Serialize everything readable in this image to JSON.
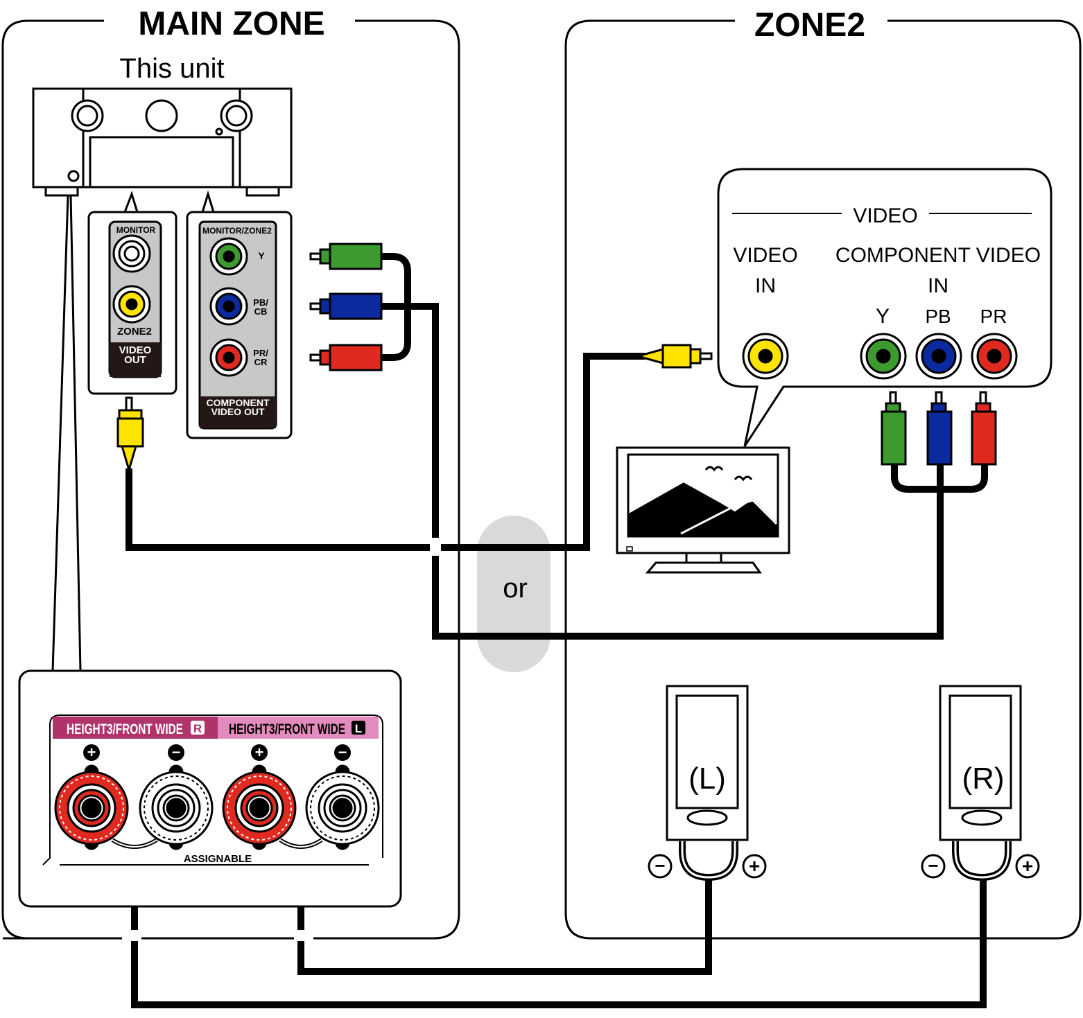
{
  "zones": {
    "main": {
      "title": "MAIN ZONE",
      "unit_label": "This unit"
    },
    "zone2": {
      "title": "ZONE2"
    }
  },
  "receiver_panels": {
    "monitor_panel": {
      "header": "MONITOR",
      "jack_label": "ZONE2",
      "footer_line1": "VIDEO",
      "footer_line2": "OUT"
    },
    "component_panel": {
      "header": "MONITOR/ZONE2",
      "jacks": {
        "y": "Y",
        "pb": "PB/",
        "cb": "CB",
        "pr": "PR/",
        "cr": "CR"
      },
      "footer_line1": "COMPONENT",
      "footer_line2": "VIDEO OUT"
    }
  },
  "separator": "or",
  "tv_inputs": {
    "group_title": "VIDEO",
    "video_in_line1": "VIDEO",
    "video_in_line2": "IN",
    "component_line1": "COMPONENT VIDEO",
    "component_line2": "IN",
    "jacks": {
      "y": "Y",
      "pb": "PB",
      "pr": "PR"
    }
  },
  "speaker_terminals": {
    "right_label": "HEIGHT3/FRONT WIDE",
    "right_badge": "R",
    "left_label": "HEIGHT3/FRONT WIDE",
    "left_badge": "L",
    "plus": "+",
    "minus": "−",
    "footer": "ASSIGNABLE"
  },
  "speakers": {
    "left": {
      "label": "(L)",
      "minus": "−",
      "plus": "+"
    },
    "right": {
      "label": "(R)",
      "minus": "−",
      "plus": "+"
    }
  },
  "colors": {
    "yellow": "#ffe400",
    "green": "#3c9a2f",
    "blue": "#0a2a9e",
    "red": "#e02a20",
    "panel_gray": "#c8c8c8",
    "or_pill": "#d9d9d9",
    "label_magenta": "#b0336b",
    "label_pink": "#e48bbd"
  }
}
